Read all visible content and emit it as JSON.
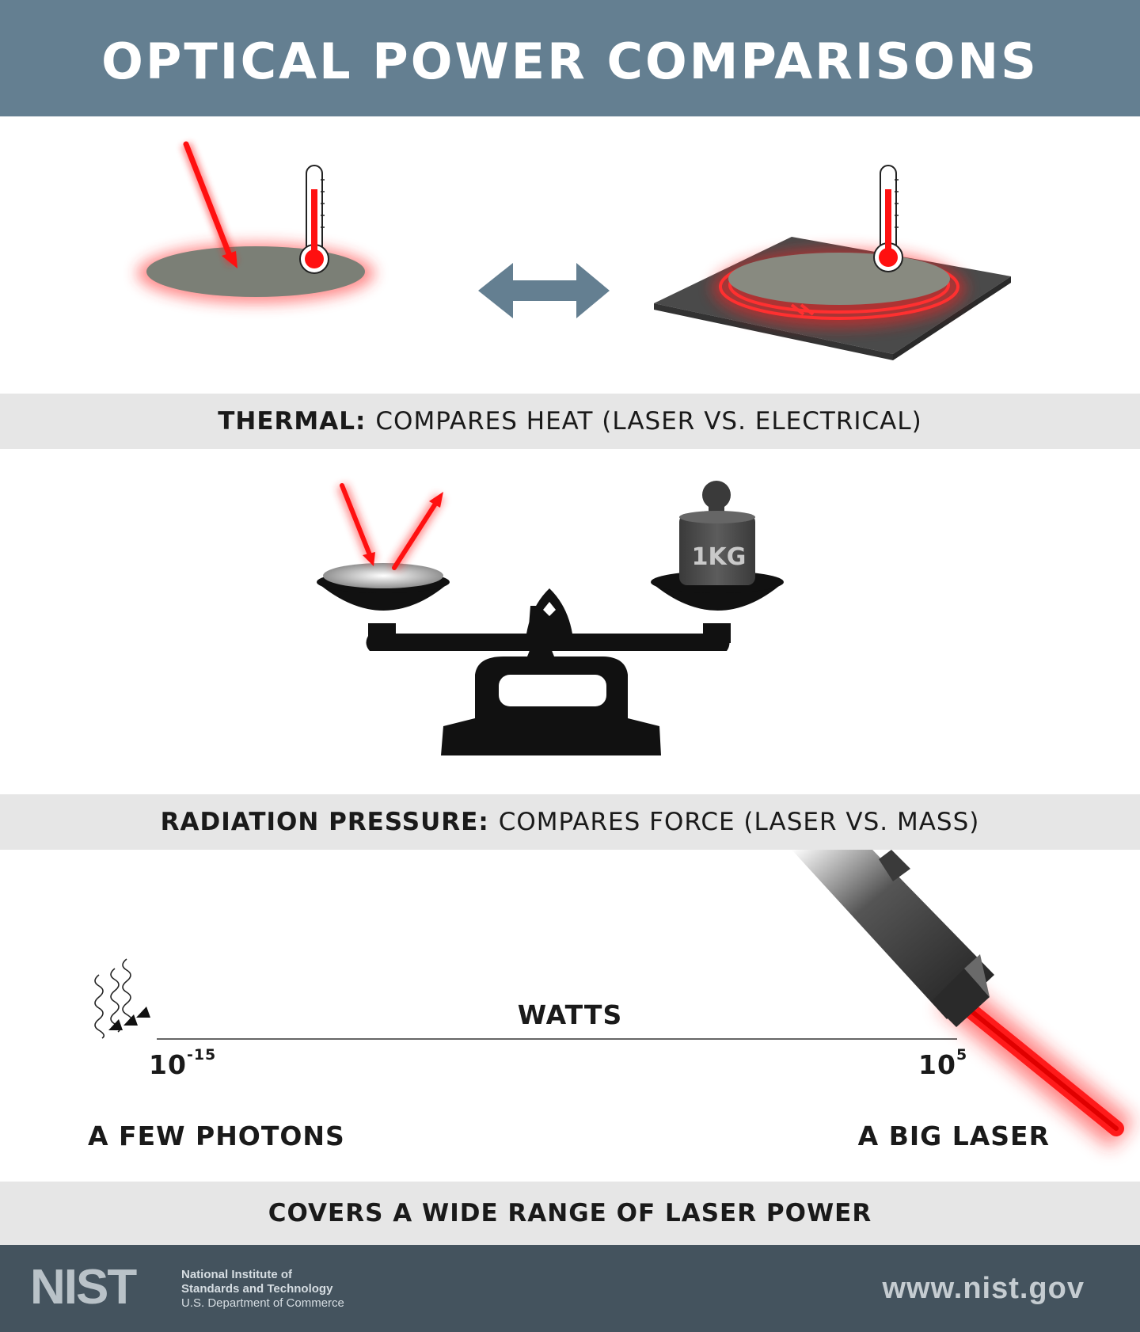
{
  "title": "OPTICAL POWER COMPARISONS",
  "thermal": {
    "label": "THERMAL:",
    "text": "COMPARES HEAT (LASER VS. ELECTRICAL)"
  },
  "radiation": {
    "label": "RADIATION PRESSURE:",
    "text": "COMPARES FORCE (LASER VS. MASS)",
    "weight_label": "1KG"
  },
  "scale": {
    "unit": "WATTS",
    "min_base": "10",
    "min_exp": "-15",
    "max_base": "10",
    "max_exp": "5",
    "min_caption": "A FEW PHOTONS",
    "max_caption": "A BIG LASER",
    "summary": "COVERS A WIDE RANGE OF LASER POWER"
  },
  "footer": {
    "logo": "NIST",
    "org_line1": "National Institute of",
    "org_line2": "Standards and Technology",
    "org_line3": "U.S. Department of Commerce",
    "url": "www.nist.gov"
  },
  "colors": {
    "header": "#647f91",
    "band": "#e6e6e6",
    "footer": "#44535e",
    "laser": "#ff1a1a"
  }
}
